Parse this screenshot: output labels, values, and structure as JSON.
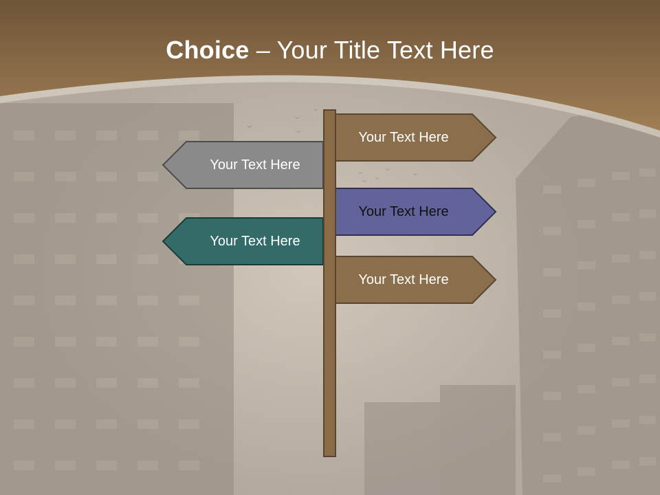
{
  "title": {
    "strong": "Choice",
    "separator": " – ",
    "rest": "Your Title Text Here"
  },
  "signs": [
    {
      "label": "Your Text Here",
      "direction": "right",
      "color": "#8b6e4b"
    },
    {
      "label": "Your Text Here",
      "direction": "left",
      "color": "#8a8a8a"
    },
    {
      "label": "Your Text Here",
      "direction": "right",
      "color": "#62639a"
    },
    {
      "label": "Your Text Here",
      "direction": "left",
      "color": "#336b69"
    },
    {
      "label": "Your Text Here",
      "direction": "right",
      "color": "#8b6e4b"
    }
  ],
  "colors": {
    "header_brown": "#8a6a47",
    "post": "#8b6c48",
    "background": "#9a948c"
  }
}
